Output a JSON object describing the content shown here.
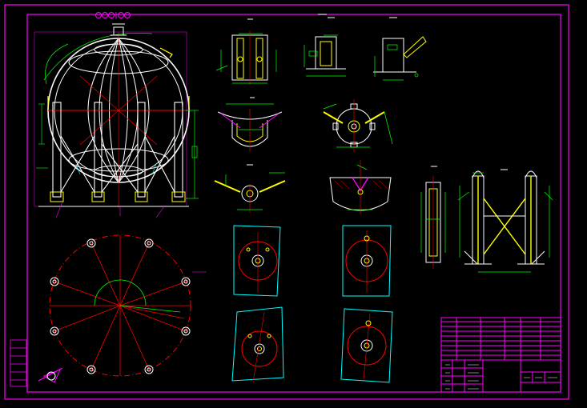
{
  "drawing": {
    "background": "#000000",
    "colors": {
      "frame": "#ff00ff",
      "outline": "#ffffff",
      "centerline": "#ff0000",
      "dimension": "#00ff00",
      "detail": "#ffff00",
      "hatch": "#00ffff",
      "aux": "#ff00ff"
    },
    "views": [
      {
        "name": "sphere-elevation"
      },
      {
        "name": "sphere-plan"
      },
      {
        "name": "detail-support-top"
      },
      {
        "name": "detail-plate"
      },
      {
        "name": "detail-bracket"
      },
      {
        "name": "section-a"
      },
      {
        "name": "section-b"
      },
      {
        "name": "section-c"
      },
      {
        "name": "section-d"
      },
      {
        "name": "plate-1"
      },
      {
        "name": "plate-2"
      },
      {
        "name": "plate-3"
      },
      {
        "name": "plate-4"
      },
      {
        "name": "column-side"
      },
      {
        "name": "column-front"
      },
      {
        "name": "title-block"
      },
      {
        "name": "revision-block"
      }
    ]
  }
}
